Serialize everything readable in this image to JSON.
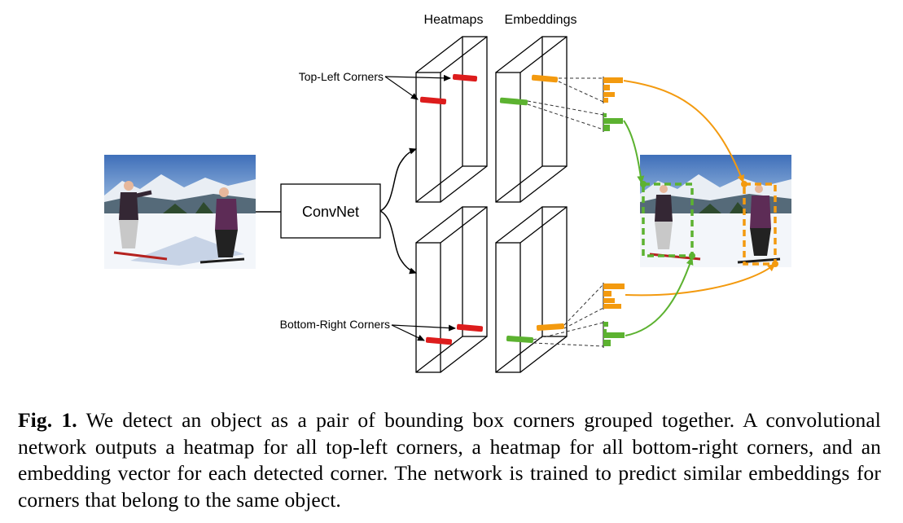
{
  "figure": {
    "header_heatmaps": "Heatmaps",
    "header_embeddings": "Embeddings",
    "convnet_label": "ConvNet",
    "top_left_label": "Top-Left Corners",
    "bottom_right_label": "Bottom-Right Corners",
    "colors": {
      "heat_marker": "#dd1c1c",
      "orange": "#f39a0f",
      "green": "#5cb230"
    }
  },
  "caption": {
    "label": "Fig. 1.",
    "text": "We detect an object as a pair of bounding box corners grouped together. A convolutional network outputs a heatmap for all top-left corners, a heatmap for all bottom-right corners, and an embedding vector for each detected corner. The network is trained to predict similar embeddings for corners that belong to the same object."
  }
}
